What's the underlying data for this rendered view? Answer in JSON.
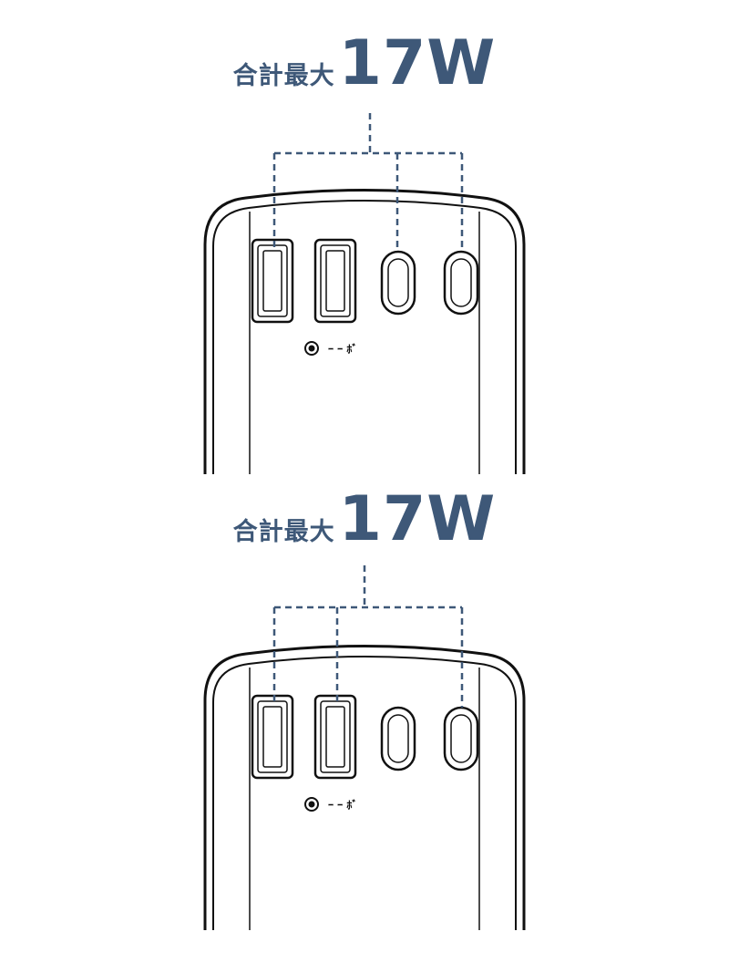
{
  "panels": [
    {
      "title_label": "合計最大",
      "title_value": "17W",
      "button_label": "ｰ ｰ ﾎﾞ"
    },
    {
      "title_label": "合計最大",
      "title_value": "17W",
      "button_label": "ｰ ｰ ﾎﾞ"
    }
  ],
  "colors": {
    "accent": "#3e5878",
    "outline": "#111111",
    "background": "#ffffff"
  }
}
